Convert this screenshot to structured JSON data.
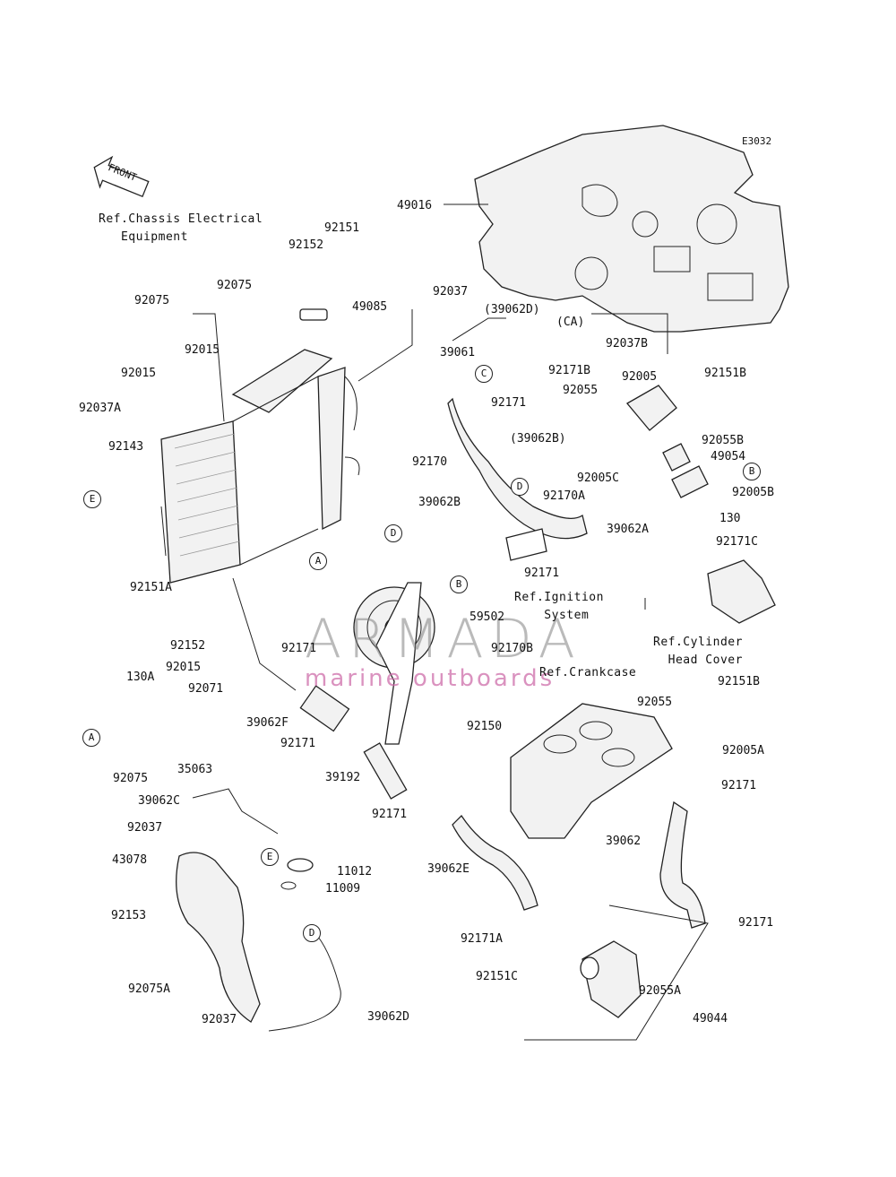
{
  "diagram_code": "E3032",
  "front_label": "FRONT",
  "watermark": {
    "brand": "ARMADA",
    "tagline": "marine outboards"
  },
  "refs": {
    "chassis": "Ref.Chassis Electrical\n   Equipment",
    "ignition": "Ref.Ignition\n    System",
    "cylinder": "Ref.Cylinder\n  Head Cover",
    "crankcase": "Ref.Crankcase"
  },
  "parts": {
    "p49016": "49016",
    "p92151_top": "92151",
    "p92152_top": "92152",
    "p92075_a": "92075",
    "p92075_b": "92075",
    "p49085": "49085",
    "p92037_top": "92037",
    "p39062D_paren": "(39062D)",
    "pCA": "(CA)",
    "p92037B": "92037B",
    "p39061": "39061",
    "p92015_a": "92015",
    "p92015_b": "92015",
    "p92171B": "92171B",
    "p92005": "92005",
    "p92151B_a": "92151B",
    "p92055_a": "92055",
    "p92171_a": "92171",
    "p92037A": "92037A",
    "p39062B_paren": "(39062B)",
    "p92055B": "92055B",
    "p49054": "49054",
    "p92143": "92143",
    "p92170": "92170",
    "p92005C": "92005C",
    "p92170A": "92170A",
    "p92005B": "92005B",
    "p39062B": "39062B",
    "p130": "130",
    "p39062A": "39062A",
    "p92171C": "92171C",
    "p92171_b": "92171",
    "p92151A": "92151A",
    "p59502": "59502",
    "p92152_b": "92152",
    "p92171_c": "92171",
    "p92170B": "92170B",
    "p92015_c": "92015",
    "p130A": "130A",
    "p92071": "92071",
    "p92151B_b": "92151B",
    "p92150": "92150",
    "p92055_b": "92055",
    "p39062F": "39062F",
    "p92171_d": "92171",
    "p92005A": "92005A",
    "p92075_c": "92075",
    "p35063": "35063",
    "p39192": "39192",
    "p92171_e": "92171",
    "p39062C": "39062C",
    "p92171_f": "92171",
    "p92037_b": "92037",
    "p39062": "39062",
    "p43078": "43078",
    "p39062E": "39062E",
    "p11012": "11012",
    "p11009": "11009",
    "p92153": "92153",
    "p92171_g": "92171",
    "p92171A": "92171A",
    "p92075A": "92075A",
    "p92151C": "92151C",
    "p92055A": "92055A",
    "p92037_c": "92037",
    "p39062D": "39062D",
    "p49044": "49044"
  },
  "callouts": {
    "c_C": "C",
    "c_E1": "E",
    "c_A1": "A",
    "c_B1": "B",
    "c_D1": "D",
    "c_D2": "D",
    "c_B2": "B",
    "c_A2": "A",
    "c_E2": "E",
    "c_D3": "D"
  }
}
